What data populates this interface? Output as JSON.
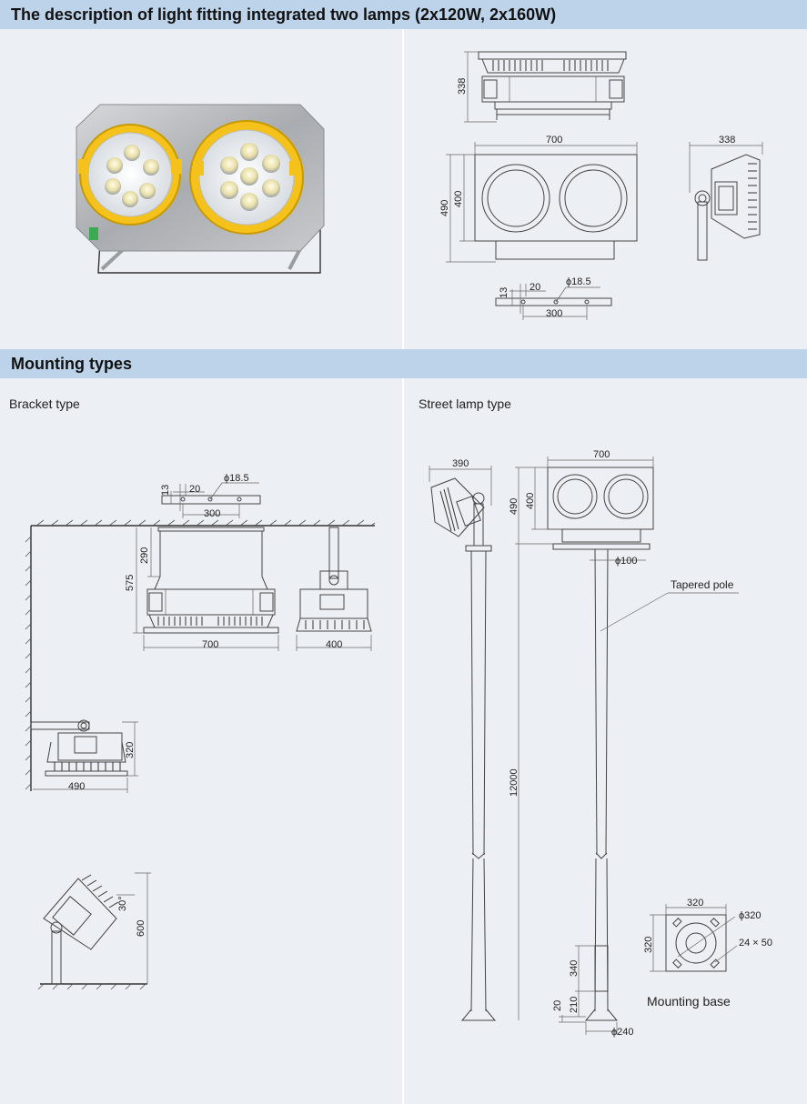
{
  "header": {
    "title": "The description of light fitting integrated two lamps (2x120W, 2x160W)",
    "section_title": "Mounting types"
  },
  "top_drawings": {
    "side_height": "338",
    "front_width": "700",
    "front_height_outer": "490",
    "front_height_inner": "400",
    "side_depth": "338",
    "bracket_hole_13": "13",
    "bracket_hole_20": "20",
    "bracket_hole_dia": "ϕ18.5",
    "bracket_hole_spacing": "300"
  },
  "bracket": {
    "label": "Bracket type",
    "dim_13": "13",
    "dim_20": "20",
    "dim_dia": "ϕ18.5",
    "dim_300": "300",
    "dim_290": "290",
    "dim_575": "575",
    "dim_700": "700",
    "dim_400": "400",
    "dim_320": "320",
    "dim_490": "490",
    "dim_30deg": "30°",
    "dim_600": "600"
  },
  "street": {
    "label": "Street lamp type",
    "dim_390": "390",
    "dim_700": "700",
    "dim_490": "490",
    "dim_400": "400",
    "dim_pole_dia": "ϕ100",
    "tapered_pole": "Tapered pole",
    "dim_12000": "12000",
    "dim_340": "340",
    "dim_210": "210",
    "dim_20": "20",
    "dim_base_dia": "ϕ240",
    "base_320_w": "320",
    "base_320_h": "320",
    "base_dia": "ϕ320",
    "base_slot": "24 × 50",
    "mounting_base": "Mounting base"
  },
  "colors": {
    "band": "#bcd3ea",
    "background": "#eceff3",
    "lamp_ring": "#f4c21a",
    "lamp_body": "#b9bcbf"
  }
}
